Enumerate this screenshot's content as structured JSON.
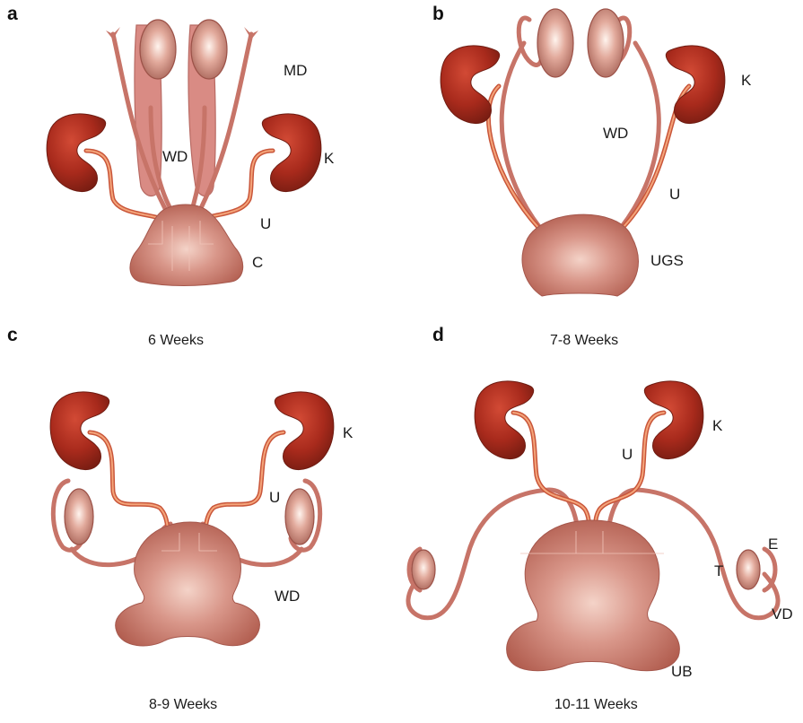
{
  "panels": {
    "a": {
      "letter": "a",
      "caption": "6 Weeks",
      "labels": {
        "md": "MD",
        "wd": "WD",
        "k": "K",
        "u": "U",
        "c": "C"
      }
    },
    "b": {
      "letter": "b",
      "caption": "7-8 Weeks",
      "labels": {
        "k": "K",
        "wd": "WD",
        "u": "U",
        "ugs": "UGS"
      }
    },
    "c": {
      "letter": "c",
      "caption": "8-9 Weeks",
      "labels": {
        "k": "K",
        "u": "U",
        "wd": "WD"
      }
    },
    "d": {
      "letter": "d",
      "caption": "10-11 Weeks",
      "labels": {
        "k": "K",
        "u": "U",
        "e": "E",
        "t": "T",
        "vd": "VD",
        "ub": "UB"
      }
    }
  },
  "colors": {
    "kidney": "#a8261a",
    "duct": "#c77468",
    "ureter": "#c9563a",
    "organ": "#c97a6e"
  }
}
